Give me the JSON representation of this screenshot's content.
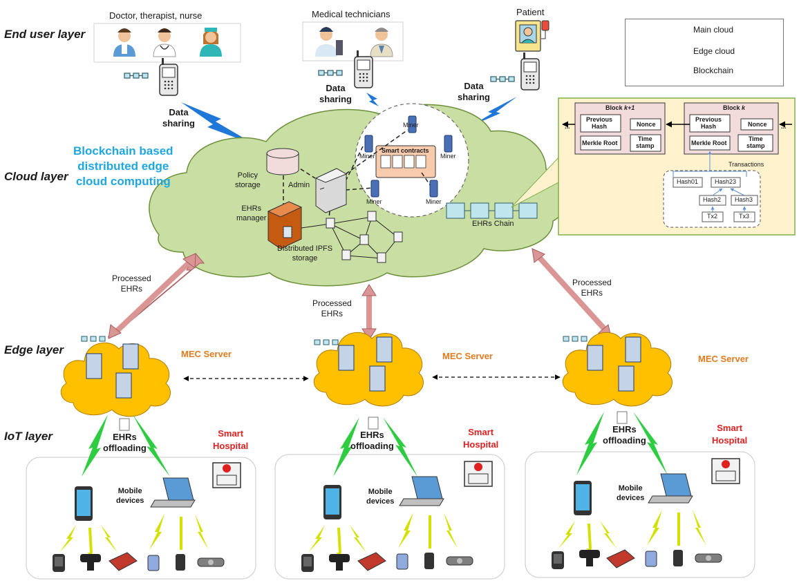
{
  "layers": {
    "end_user": "End user layer",
    "cloud": "Cloud layer",
    "edge": "Edge layer",
    "iot": "IoT layer"
  },
  "end_users": {
    "doctors": "Doctor, therapist, nurse",
    "technicians": "Medical technicians",
    "patient": "Patient"
  },
  "data_sharing": "Data\nsharing",
  "legend": {
    "main_cloud": "Main cloud",
    "edge_cloud": "Edge cloud",
    "blockchain": "Blockchain"
  },
  "cloud": {
    "title": "Blockchain based\ndistributed edge\ncloud computing",
    "policy_storage": "Policy\nstorage",
    "admin": "Admin",
    "ehrs_manager": "EHRs\nmanager",
    "ipfs": "Distributed IPFS\nstorage",
    "smart_contracts": "Smart contracts",
    "miner": "Miner",
    "ehrs_chain": "EHRs Chain"
  },
  "block_detail": {
    "block_k1_prefix": "Block ",
    "block_k1_var": "k+1",
    "block_k_prefix": "Block ",
    "block_k_var": "k",
    "previous_hash": "Previous\nHash",
    "nonce": "Nonce",
    "merkle_root": "Merkle Root",
    "time_stamp": "Time\nstamp",
    "ellipsis": "...",
    "transactions": "Transactions",
    "hash01": "Hash01",
    "hash23": "Hash23",
    "hash2": "Hash2",
    "hash3": "Hash3",
    "tx2": "Tx2",
    "tx3": "Tx3"
  },
  "processed_ehrs": "Processed\nEHRs",
  "mec_server": "MEC Server",
  "ehrs_offloading": "EHRs\noffloading",
  "smart_hospital": "Smart\nHospital",
  "mobile_devices": "Mobile\ndevices",
  "colors": {
    "main_cloud": "#c9dea2",
    "edge_cloud": "#ffc000",
    "blockchain": "#bfe6ef",
    "lightning": "#1f77d8",
    "lightning_green": "#2ecc40",
    "accent_blue": "#1ea7e0",
    "mec_orange": "#e07b1f",
    "hospital_red": "#e02020",
    "arrow_pink": "#d99694"
  }
}
